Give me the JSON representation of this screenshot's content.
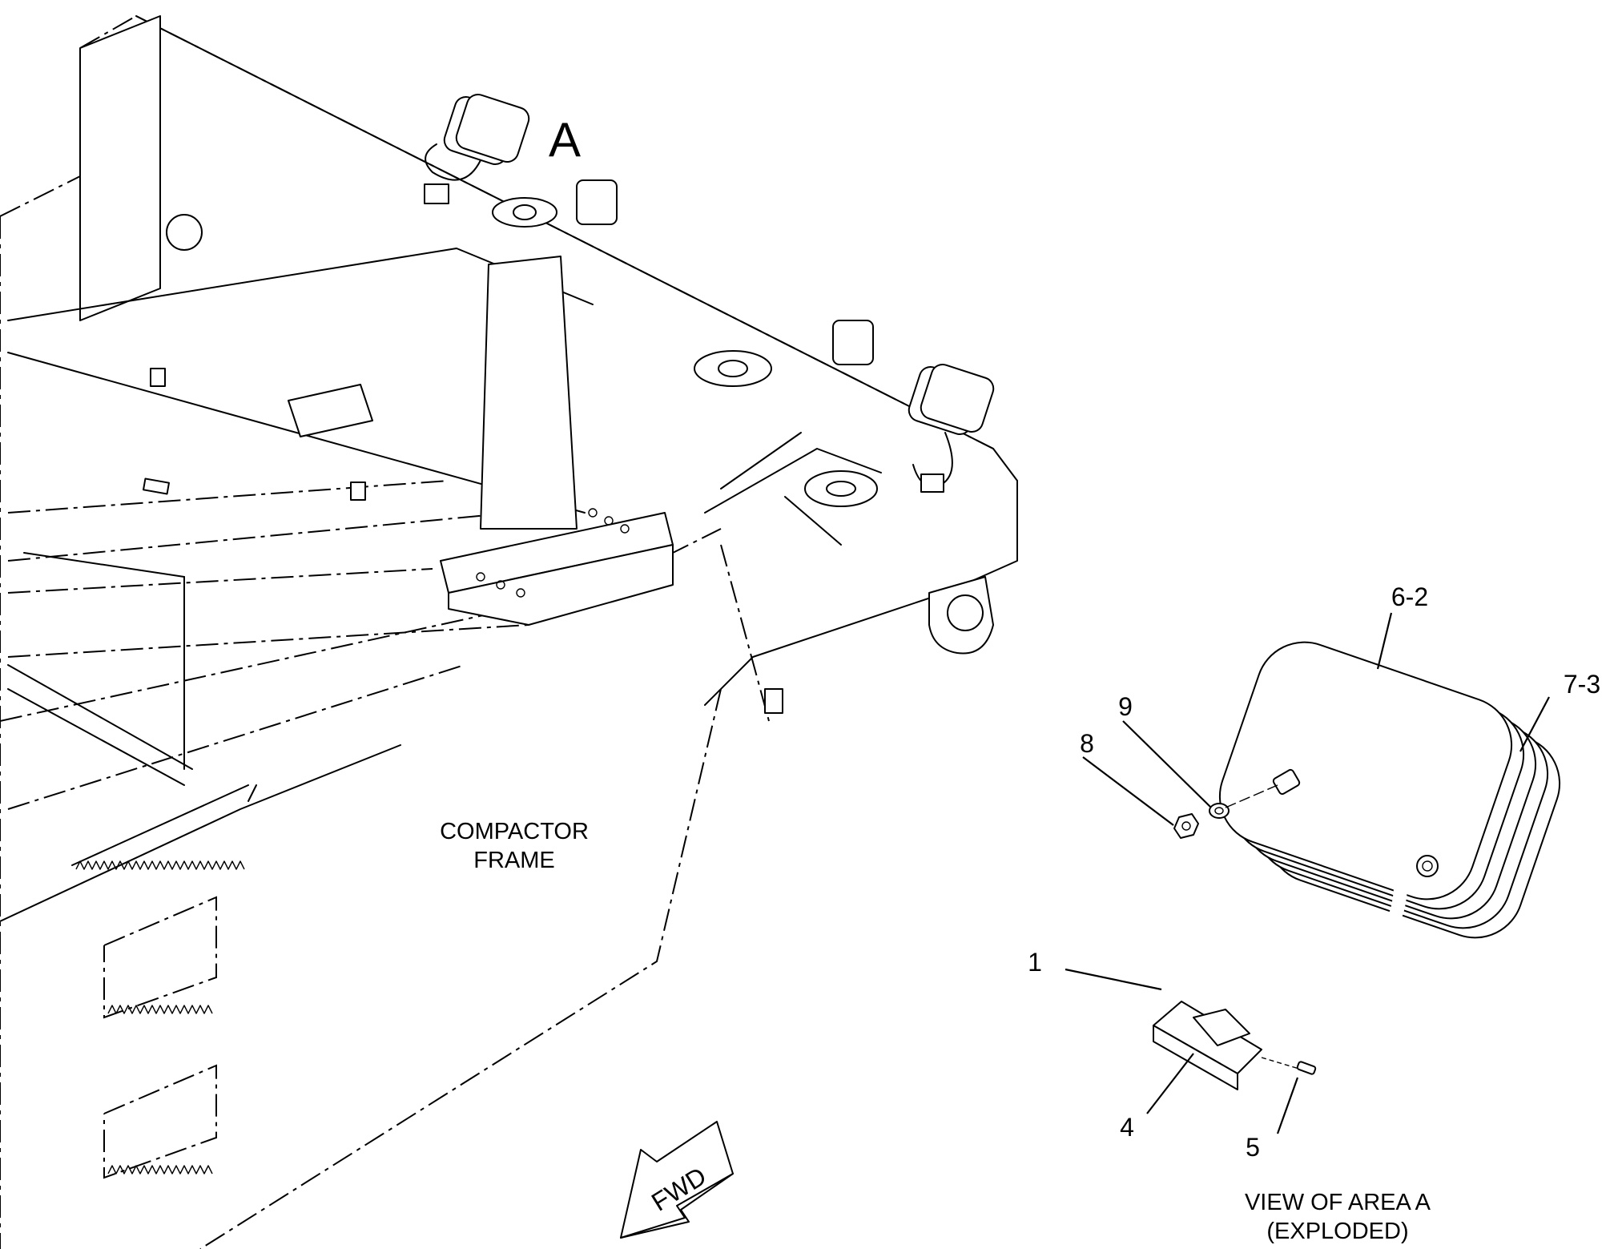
{
  "view_marker": "A",
  "frame_label": {
    "line1": "COMPACTOR",
    "line2": "FRAME"
  },
  "direction_arrow": "FWD",
  "detail_caption": {
    "line1": "VIEW OF AREA A",
    "line2": "(EXPLODED)"
  },
  "callouts": {
    "c1": "1",
    "c4": "4",
    "c5": "5",
    "c8": "8",
    "c9": "9",
    "c6_2": "6-2",
    "c7_3": "7-3"
  }
}
